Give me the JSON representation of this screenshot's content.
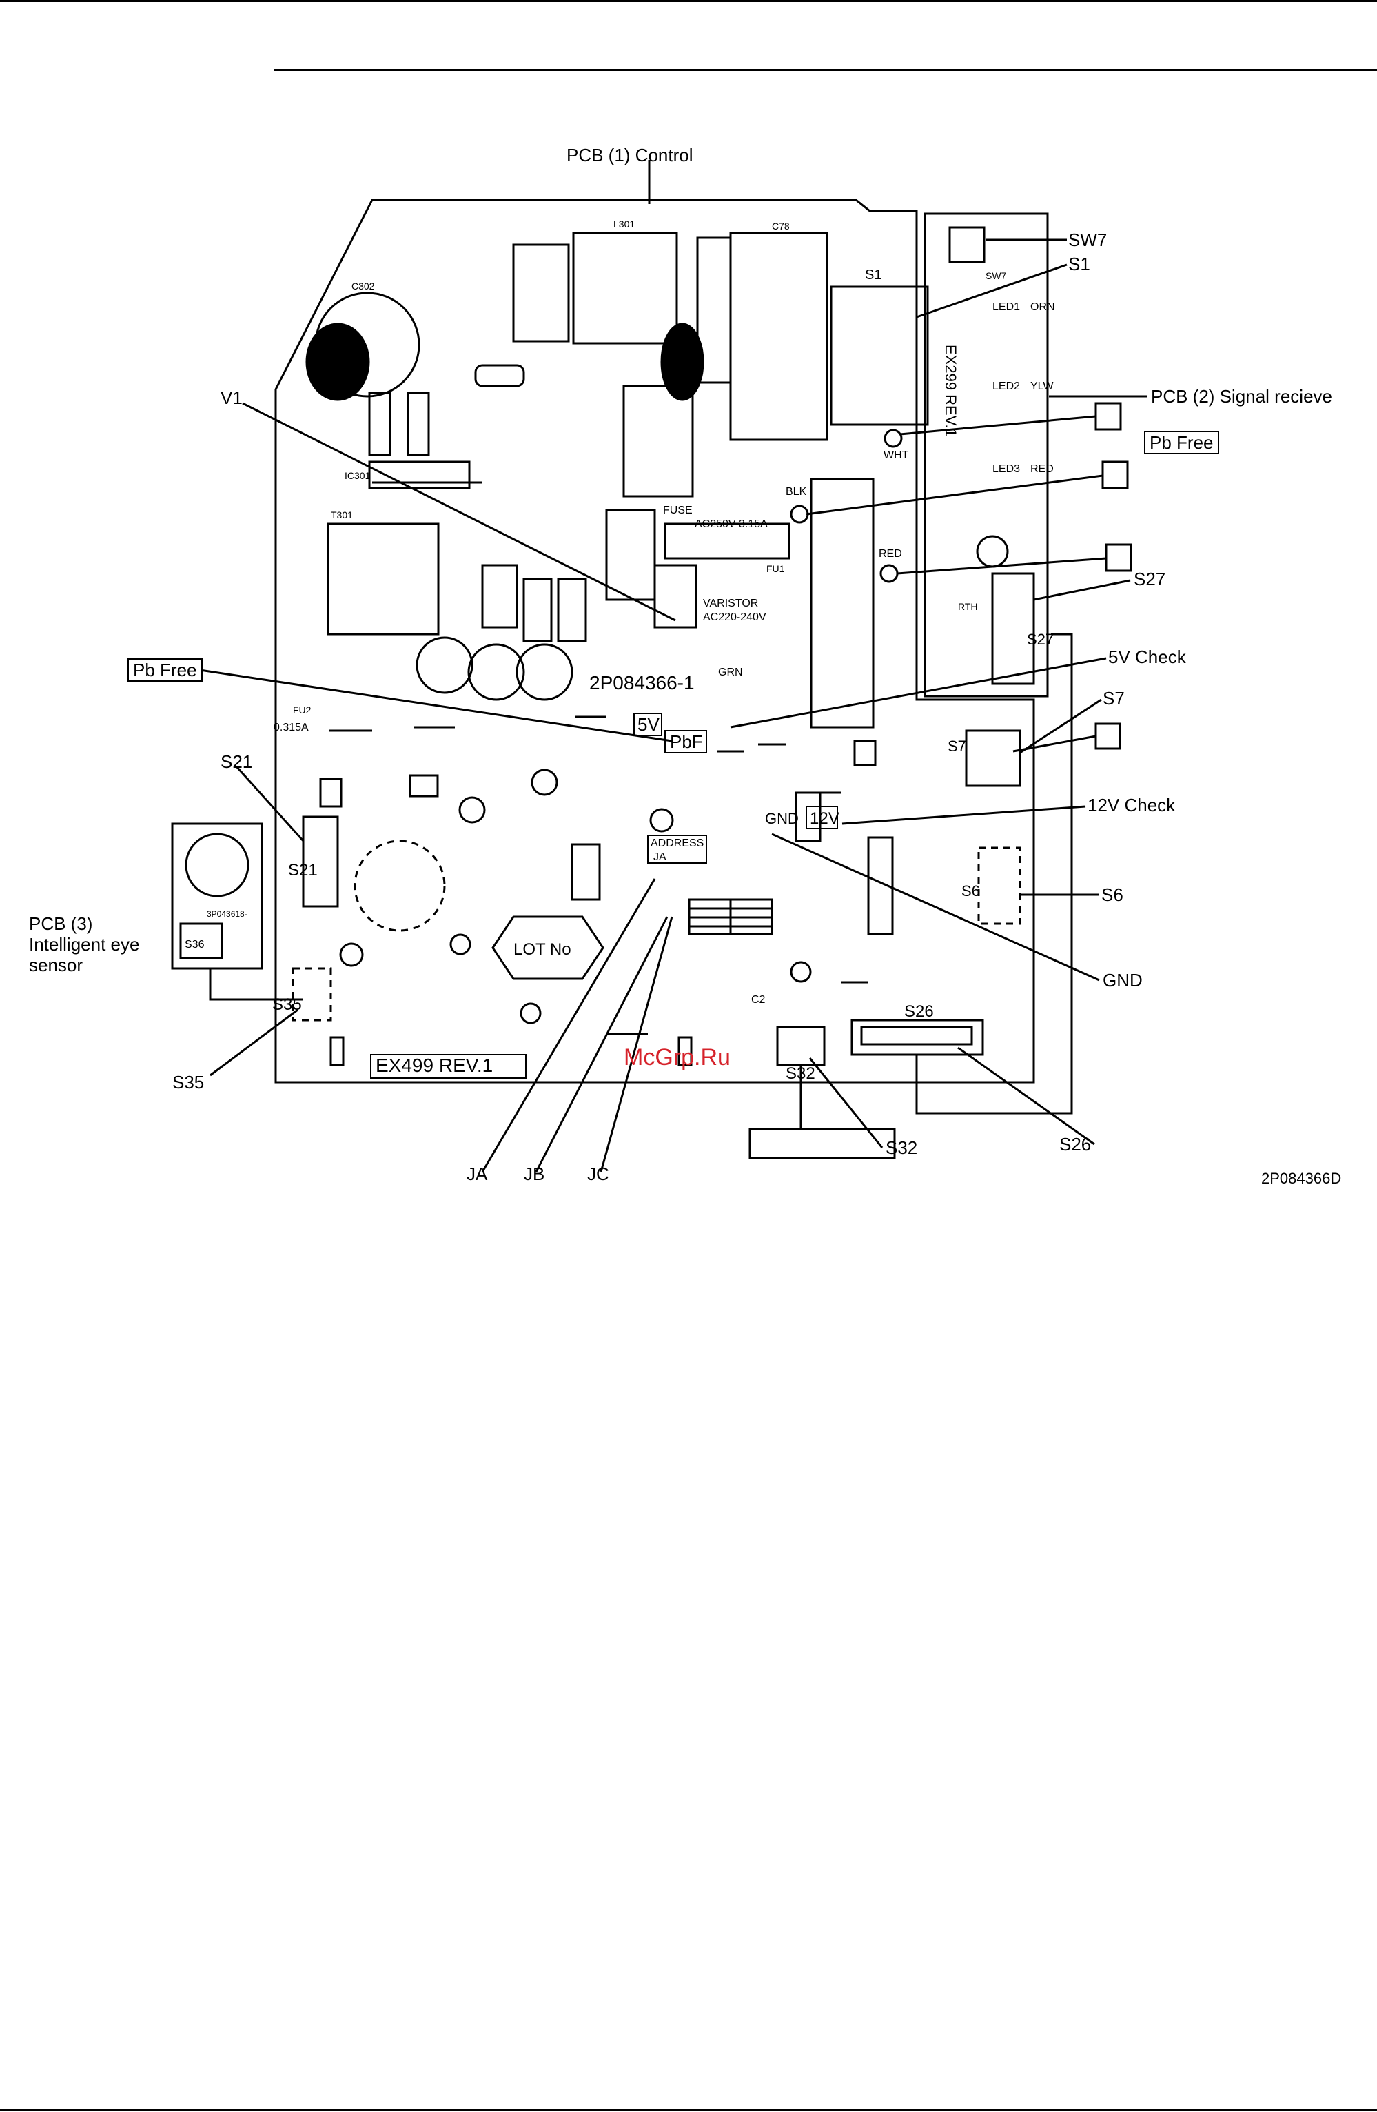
{
  "labels": {
    "pcb1": "PCB (1) Control",
    "sw7": "SW7",
    "s1": "S1",
    "pcb2": "PCB (2) Signal recieve",
    "pb_free_right": "Pb Free",
    "v1": "V1",
    "s27": "S27",
    "pb_free_left": "Pb Free",
    "check_5v": "5V Check",
    "s7": "S7",
    "s21": "S21",
    "check_12v": "12V Check",
    "s6": "S6",
    "pcb3_line1": "PCB (3)",
    "pcb3_line2": "Intelligent eye",
    "pcb3_line3": "sensor",
    "gnd": "GND",
    "s35": "S35",
    "s26": "S26",
    "s32": "S32",
    "ja": "JA",
    "jb": "JB",
    "jc": "JC",
    "drawing_no": "2P084366D"
  },
  "board": {
    "part_no": "2P084366-1",
    "rev_main": "EX499 REV.1",
    "rev_sensor": "EX299 REV.1",
    "lot_no": "LOT No",
    "fuse": "FUSE",
    "fuse_rating": "AC250V 3.15A",
    "varistor": "VARISTOR",
    "varistor_rating": "AC220-240V",
    "pbf": "PbF",
    "label_5v": "5V",
    "label_12v": "12V",
    "label_gnd": "GND",
    "address": "ADDRESS",
    "address_ja": "JA",
    "blk": "BLK",
    "wht": "WHT",
    "red": "RED",
    "grn": "GRN",
    "fuse_small": "0.315A",
    "l301": "L301",
    "c78": "C78",
    "s1_conn": "S1",
    "ic301": "IC301",
    "t301": "T301",
    "c302": "C302",
    "c2": "C2",
    "s21_conn": "S21",
    "s35_conn": "S35",
    "s32_conn": "S32",
    "s26_conn": "S26",
    "s6_conn": "S6",
    "s7_conn": "S7",
    "s27_conn": "S27",
    "sw7_conn": "SW7",
    "led1": "LED1",
    "led2": "LED2",
    "led3": "LED3",
    "orn": "ORN",
    "ylw": "YLW",
    "red_led": "RED",
    "s36": "S36",
    "sensor_part": "3P043618-",
    "rth": "RTH",
    "fu1": "FU1",
    "fu2": "FU2"
  },
  "colors": {
    "ink": "#000000",
    "paper": "#ffffff",
    "watermark": "#d6222a"
  },
  "watermark": "McGrp.Ru"
}
